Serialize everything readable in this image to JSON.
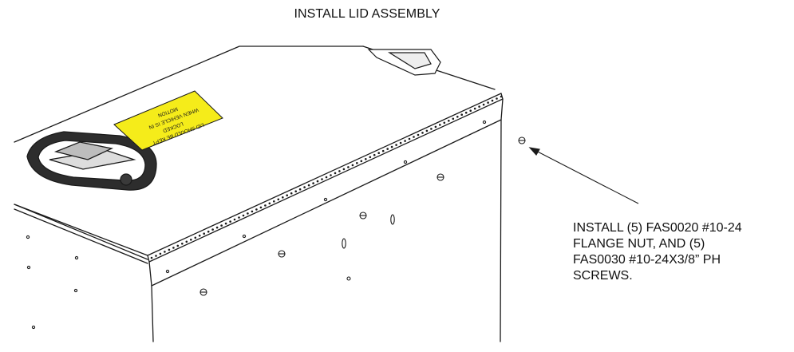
{
  "title": "INSTALL LID ASSEMBLY",
  "instruction_lines": [
    "INSTALL (5) FAS0020 #10-24",
    "FLANGE NUT, AND (5)",
    "FAS0030 #10-24X3/8” PH",
    "SCREWS."
  ],
  "warning_label": {
    "color": "#f5ec1a",
    "lines": [
      "LID SHOULD BE KEPT",
      "LOCKED",
      "WHEN VEHICLE IS IN",
      "MOTION"
    ]
  },
  "colors": {
    "line": "#1a1a1a",
    "paper": "#ffffff"
  }
}
